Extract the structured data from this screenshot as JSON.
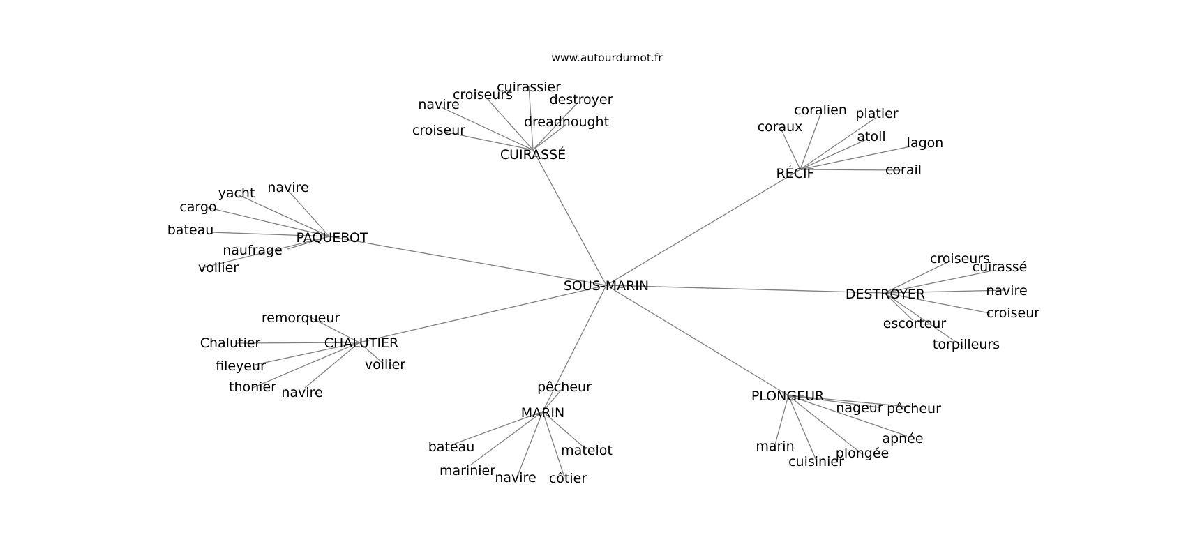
{
  "site": "www.autourdumot.fr",
  "graph": {
    "root": "SOUS-MARIN",
    "hubs": [
      {
        "label": "CUIRASSÉ",
        "leaves": [
          "cuirassier",
          "croiseurs",
          "navire",
          "destroyer",
          "dreadnought",
          "croiseur"
        ]
      },
      {
        "label": "RÉCIF",
        "leaves": [
          "coralien",
          "platier",
          "coraux",
          "atoll",
          "lagon",
          "corail"
        ]
      },
      {
        "label": "PAQUEBOT",
        "leaves": [
          "navire",
          "yacht",
          "cargo",
          "bateau",
          "naufrage",
          "voilier"
        ]
      },
      {
        "label": "DESTROYER",
        "leaves": [
          "croiseurs",
          "cuirassé",
          "navire",
          "croiseur",
          "escorteur",
          "torpilleurs"
        ]
      },
      {
        "label": "CHALUTIER",
        "leaves": [
          "remorqueur",
          "Chalutier",
          "fileyeur",
          "thonier",
          "navire",
          "voilier"
        ]
      },
      {
        "label": "MARIN",
        "leaves": [
          "pêcheur",
          "bateau",
          "marinier",
          "navire",
          "côtier",
          "matelot"
        ]
      },
      {
        "label": "PLONGEUR",
        "leaves": [
          "nageur",
          "pêcheur",
          "apnée",
          "plongée",
          "cuisinier",
          "marin"
        ]
      }
    ]
  }
}
